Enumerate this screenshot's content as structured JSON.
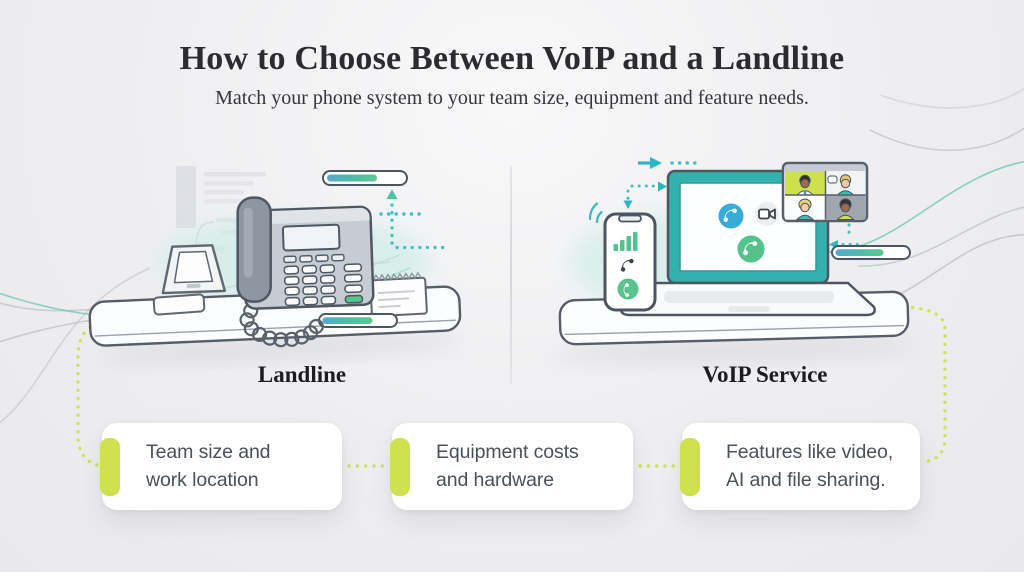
{
  "header": {
    "title": "How to Choose Between VoIP and a Landline",
    "subtitle": "Match your phone system to your team size, equipment and feature needs."
  },
  "panels": {
    "landline": {
      "label": "Landline"
    },
    "voip": {
      "label": "VoIP Service"
    }
  },
  "cards": [
    {
      "line1": "Team size and",
      "line2": "work location"
    },
    {
      "line1": "Equipment costs",
      "line2": "and hardware"
    },
    {
      "line1": "Features like video,",
      "line2": "AI and file sharing."
    }
  ],
  "icons": {
    "landline_panel": [
      "desk-phone-icon",
      "handset-icon",
      "coiled-cord-icon",
      "phone-cradle-icon",
      "notepad-icon",
      "progress-bar",
      "up-arrow-icon",
      "right-arrow-icon"
    ],
    "voip_panel": [
      "laptop-icon",
      "smartphone-icon",
      "video-call-grid-icon",
      "call-icon",
      "end-call-icon",
      "video-camera-icon",
      "signal-bars-icon",
      "ringing-waves-icon",
      "progress-bar",
      "down-arrow-icon",
      "left-arrow-icon",
      "right-arrow-icon"
    ]
  },
  "colors": {
    "background": "#ededef",
    "teal_frame": "#35b1ad",
    "cyan_arrow": "#2cb5c3",
    "lime_accent": "#cfe14e",
    "blue_call": "#38acd8",
    "green_call": "#53c28b",
    "progress_gradient": [
      "#55a8cf",
      "#5bc98b"
    ],
    "title_text": "#2c2c30",
    "card_text": "#4a515b"
  },
  "progress_bars": [
    {
      "location": "landline-top",
      "fill_pct": 62
    },
    {
      "location": "landline-desk",
      "fill_pct": 64
    },
    {
      "location": "voip-desk",
      "fill_pct": 62
    }
  ]
}
